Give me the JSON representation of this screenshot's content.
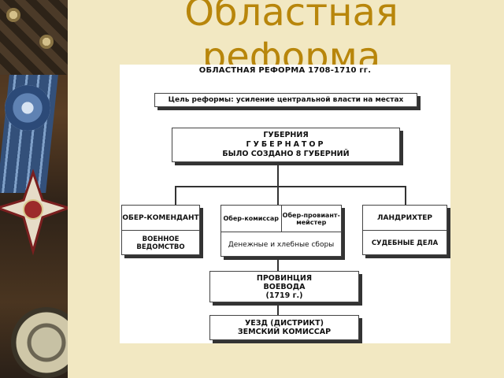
{
  "slide": {
    "title": "Областная реформа"
  },
  "diagram": {
    "heading": "ОБЛАСТНАЯ РЕФОРМА 1708-1710 гг.",
    "goal": "Цель реформы: усиление центральной власти на местах",
    "gubernia": {
      "line1": "ГУБЕРНИЯ",
      "line2": "ГУБЕРНАТОР",
      "line3": "БЫЛО СОЗДАНО 8 ГУБЕРНИЙ"
    },
    "left": {
      "top": "ОБЕР-КОМЕНДАНТ",
      "bottom": "ВОЕННОЕ ВЕДОМСТВО"
    },
    "middle": {
      "top_left": "Обер-комиссар",
      "top_right": "Обер-провиант-мейстер",
      "bottom": "Денежные и хлебные сборы"
    },
    "right": {
      "top": "ЛАНДРИХТЕР",
      "bottom": "СУДЕБНЫЕ ДЕЛА"
    },
    "province": {
      "line1": "ПРОВИНЦИЯ",
      "line2": "ВОЕВОДА",
      "line3": "(1719 г.)"
    },
    "uezd": {
      "line1": "УЕЗД (ДИСТРИКТ)",
      "line2": "ЗЕМСКИЙ КОМИССАР"
    }
  },
  "theme": {
    "background": "#f2e8c2",
    "title_color": "#b8860b",
    "panel_color": "#ffffff",
    "line_color": "#333333"
  },
  "decor": {
    "icons": [
      "medal-ribbon-icon",
      "order-cross-icon",
      "compass-icon"
    ]
  }
}
